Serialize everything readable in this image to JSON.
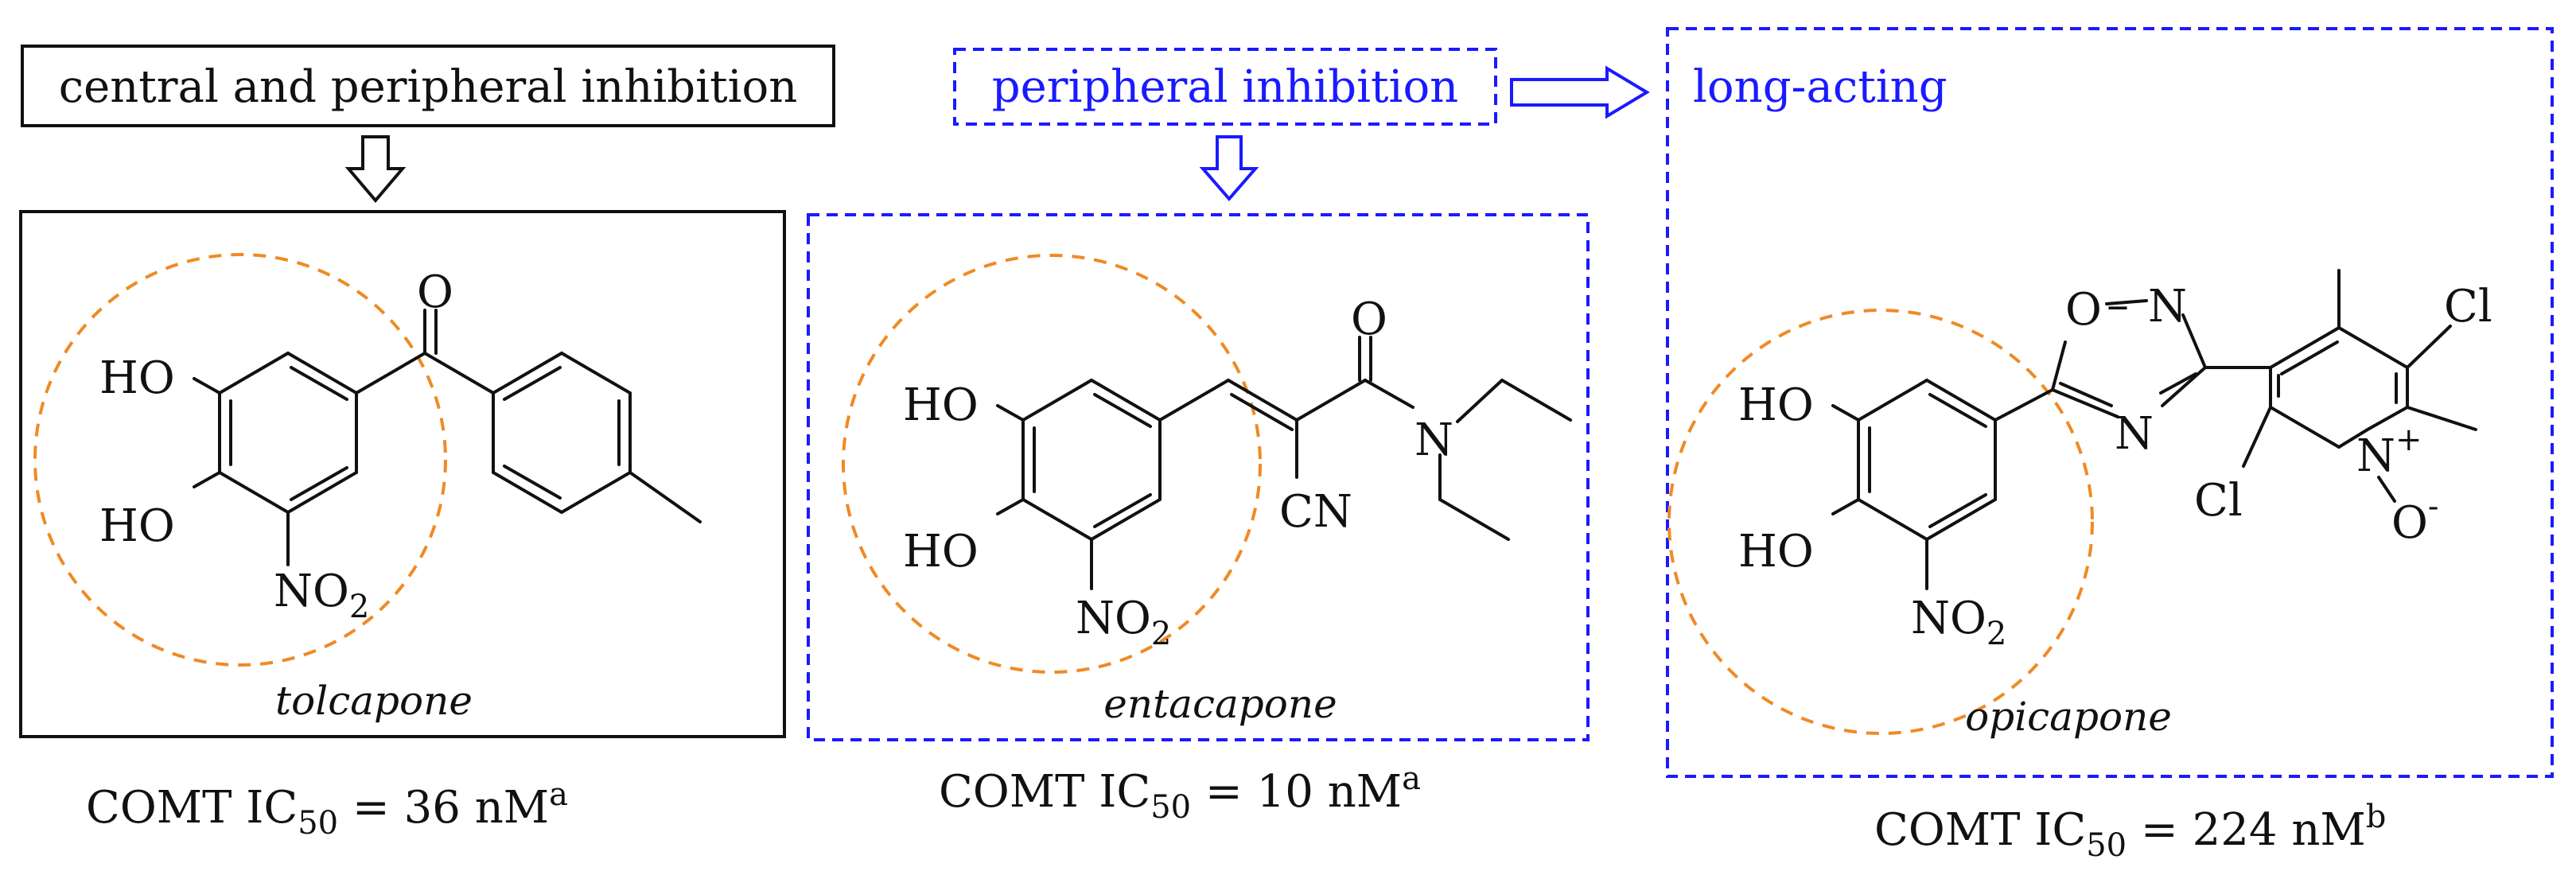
{
  "labels": {
    "central": "central and peripheral inhibition",
    "peripheral": "peripheral inhibition",
    "long_acting": "long-acting"
  },
  "compounds": [
    {
      "name": "tolcapone",
      "ic50_value": "36",
      "ic50_note": "a"
    },
    {
      "name": "entacapone",
      "ic50_value": "10",
      "ic50_note": "a"
    },
    {
      "name": "opicapone",
      "ic50_value": "224",
      "ic50_note": "b"
    }
  ],
  "ic50_text": {
    "prefix": "COMT IC",
    "sub": "50",
    "eq": " = ",
    "unit": " nM"
  },
  "atoms": {
    "ho": "HO",
    "o": "O",
    "no": "NO",
    "no_sub": "2",
    "cn": "CN",
    "n": "N",
    "cl": "Cl",
    "ring_o": "O",
    "ring_n": "N",
    "o_minus": "O",
    "plus": "+",
    "minus": "-"
  },
  "colors": {
    "blue": "#1a1aff",
    "orange": "#f08a24",
    "black": "#111111"
  }
}
